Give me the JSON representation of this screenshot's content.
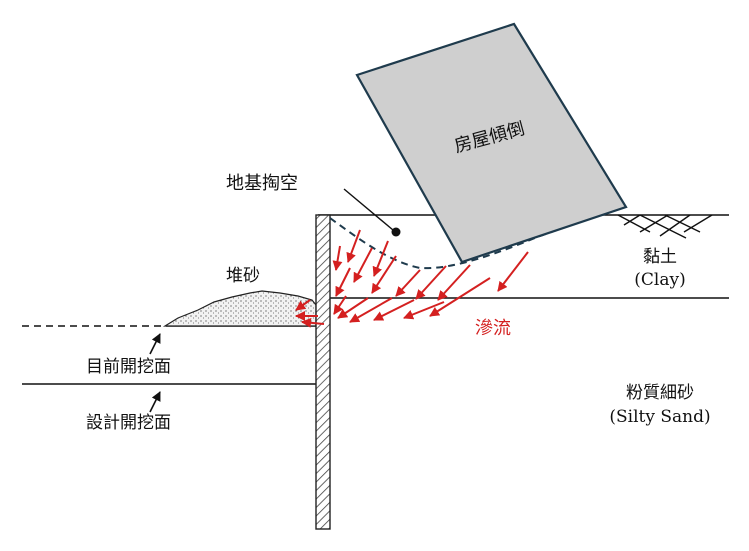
{
  "labels": {
    "building": "房屋傾倒",
    "void": "地基掏空",
    "sand_pile": "堆砂",
    "clay_zh": "黏土",
    "clay_en": "(Clay)",
    "seepage": "滲流",
    "current_excavation": "目前開挖面",
    "design_excavation": "設計開挖面",
    "silty_sand_zh": "粉質細砂",
    "silty_sand_en": "(Silty Sand)"
  },
  "colors": {
    "building_fill": "#cfcfcf",
    "outline": "#1f3b4d",
    "line": "#111111",
    "seepage_arrow": "#d42020",
    "wall_hatch": "#444444"
  }
}
